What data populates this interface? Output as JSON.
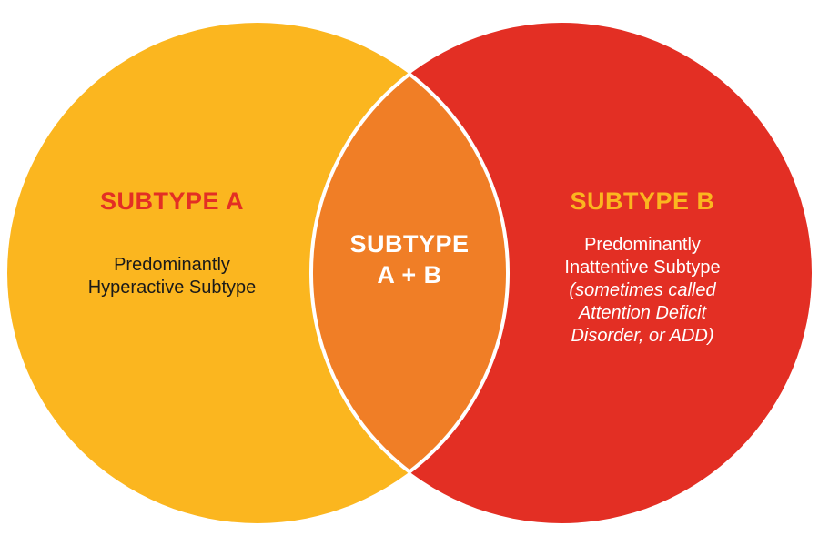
{
  "colors": {
    "subtype_a": "#FBB61F",
    "subtype_b": "#E32F24",
    "overlap": "#F07E26",
    "text_dark": "#1a1a1a",
    "text_light": "#ffffff"
  },
  "subtype_a": {
    "title": "SUBTYPE A",
    "line1": "Predominantly",
    "line2": "Hyperactive Subtype"
  },
  "overlap": {
    "line1": "SUBTYPE",
    "line2": "A + B"
  },
  "subtype_b": {
    "title": "SUBTYPE B",
    "line1": "Predominantly",
    "line2": "Inattentive Subtype",
    "line3": "(sometimes called",
    "line4": "Attention Deficit",
    "line5": "Disorder, or ADD)"
  }
}
